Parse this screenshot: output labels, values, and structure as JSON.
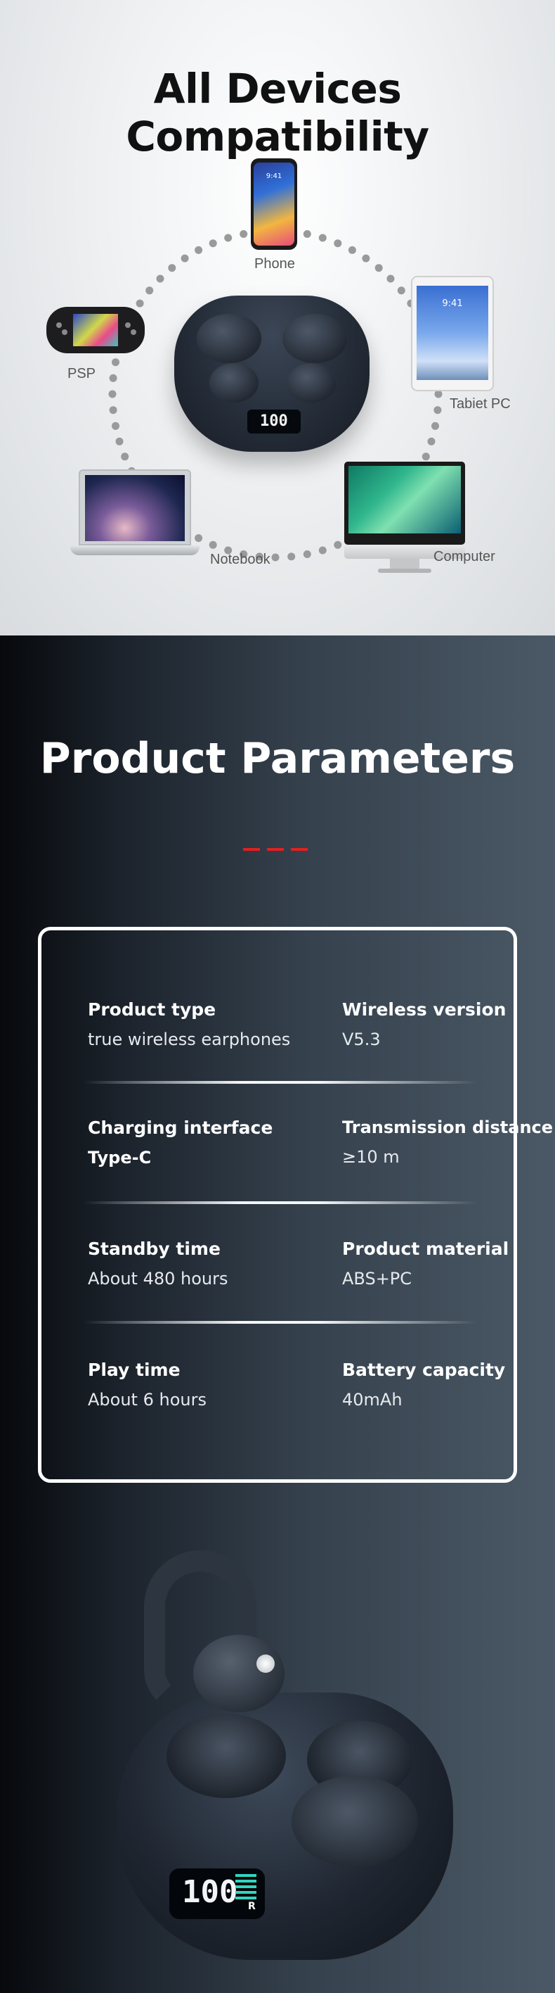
{
  "compat": {
    "title": "All Devices Compatibility",
    "devices": {
      "phone": "Phone",
      "tablet": "Tabiet PC",
      "psp": "PSP",
      "notebook": "Notebook",
      "computer": "Computer"
    },
    "phone_time": "9:41",
    "tablet_time": "9:41",
    "case_display": "100"
  },
  "params": {
    "title": "Product Parameters",
    "accent_color": "#e02020",
    "rows": [
      {
        "left": {
          "key": "Product type",
          "value": "true wireless earphones"
        },
        "right": {
          "key": "Wireless version",
          "value": "V5.3"
        }
      },
      {
        "left": {
          "key": "Charging interface",
          "value": "Type-C"
        },
        "right": {
          "key": "Transmission distance",
          "value": "≥10 m"
        }
      },
      {
        "left": {
          "key": "Standby time",
          "value": "About 480 hours"
        },
        "right": {
          "key": "Product material",
          "value": "ABS+PC"
        }
      },
      {
        "left": {
          "key": "Play time",
          "value": "About 6 hours"
        },
        "right": {
          "key": "Battery capacity",
          "value": "40mAh"
        }
      }
    ],
    "product_display": "100",
    "product_display_side": "R"
  }
}
